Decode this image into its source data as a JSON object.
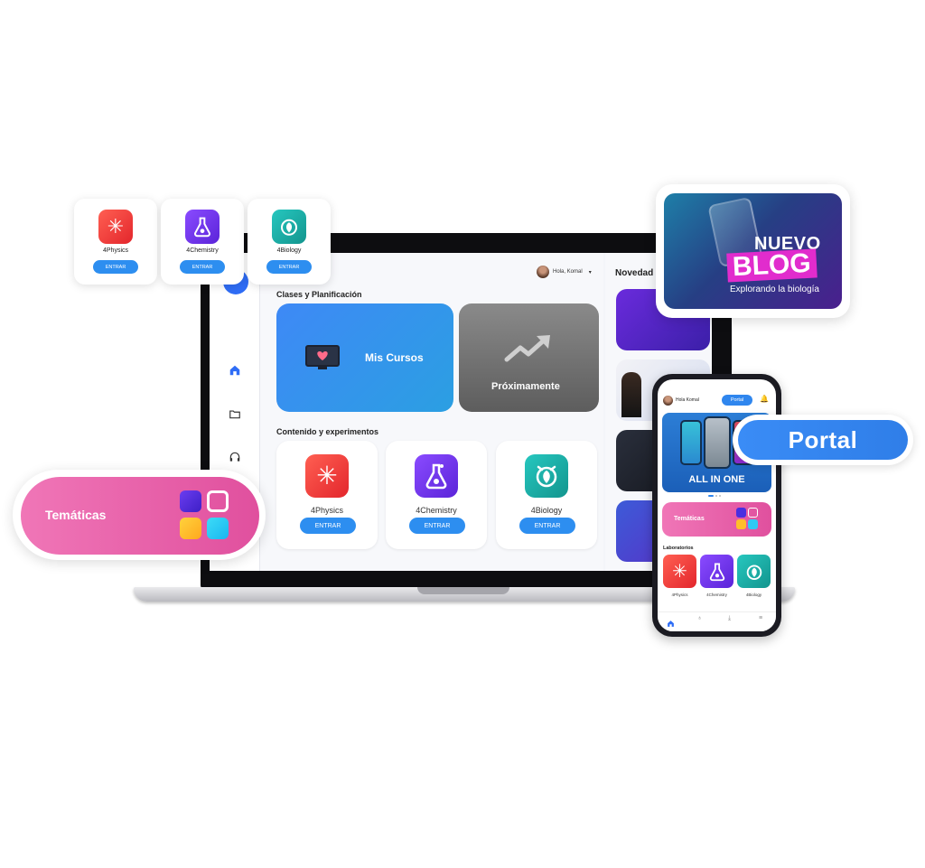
{
  "laptop": {
    "header": {
      "greeting": "Hola, Komal"
    },
    "clases_title": "Clases y Planificación",
    "mis_cursos": "Mis Cursos",
    "proximamente": "Próximamente",
    "contenido_title": "Contenido y experimentos",
    "apps": [
      {
        "name": "4Physics",
        "button": "ENTRAR",
        "icon": "physics-asterisk-icon"
      },
      {
        "name": "4Chemistry",
        "button": "ENTRAR",
        "icon": "chemistry-flask-icon"
      },
      {
        "name": "4Biology",
        "button": "ENTRAR",
        "icon": "biology-leaf-icon"
      }
    ],
    "novedades_title": "Novedad"
  },
  "floating_apps": [
    {
      "name": "4Physics",
      "button": "ENTRAR"
    },
    {
      "name": "4Chemistry",
      "button": "ENTRAR"
    },
    {
      "name": "4Biology",
      "button": "ENTRAR"
    }
  ],
  "tematicas": {
    "label": "Temáticas"
  },
  "blog": {
    "line1": "NUEVO",
    "line2": "BLOG",
    "subtitle": "Explorando la biología"
  },
  "portal": {
    "label": "Portal"
  },
  "phone": {
    "greeting": "Hola Komal",
    "portal_button": "Portal",
    "banner": "ALL IN ONE",
    "tematicas": "Temáticas",
    "labs_title": "Laboratorios",
    "labs": [
      "4Physics",
      "4Chemistry",
      "4Biology"
    ]
  },
  "colors": {
    "primary_blue": "#2f7ee8",
    "pink": "#e0509e",
    "physics_red": "#e3262c",
    "chemistry_purple": "#5b24d9",
    "biology_teal": "#13958e"
  }
}
